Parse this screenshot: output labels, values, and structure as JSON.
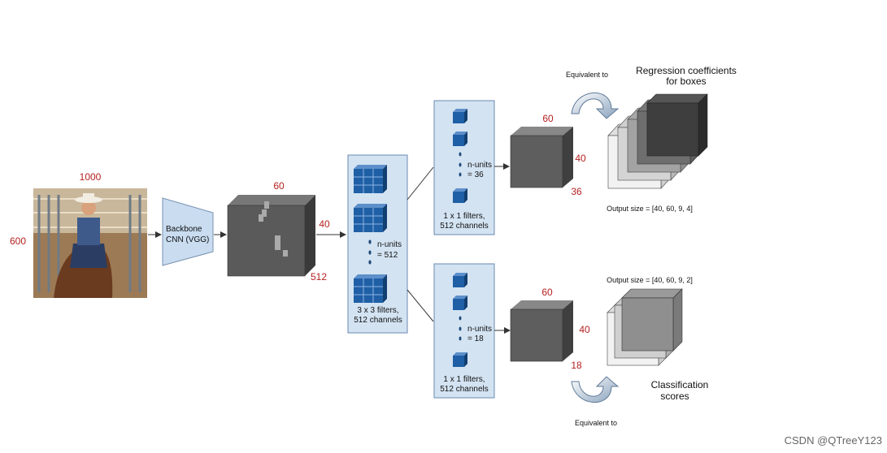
{
  "image_size_labels": {
    "width": "1000",
    "height": "600"
  },
  "backbone": {
    "line1": "Backbone",
    "line2": "CNN (VGG)"
  },
  "feature_map": {
    "width": "60",
    "height": "40",
    "depth": "512"
  },
  "conv3x3": {
    "units_line1": "n-units",
    "units_line2": "= 512",
    "caption1": "3 x 3 filters,",
    "caption2": "512 channels"
  },
  "reg_branch": {
    "units_line1": "n-units",
    "units_line2": "= 36",
    "caption1": "1 x 1 filters,",
    "caption2": "512 channels",
    "out_width": "60",
    "out_height": "40",
    "out_depth": "36",
    "equivalent": "Equivalent to",
    "title1": "Regression coefficients",
    "title2": "for boxes",
    "output_size": "Output size = [40, 60, 9, 4]"
  },
  "cls_branch": {
    "units_line1": "n-units",
    "units_line2": "= 18",
    "caption1": "1 x 1 filters,",
    "caption2": "512 channels",
    "out_width": "60",
    "out_height": "40",
    "out_depth": "18",
    "equivalent": "Equivalent to",
    "title1": "Classification",
    "title2": "scores",
    "output_size": "Output size = [40, 60, 9, 2]"
  },
  "watermark": "CSDN @QTreeY123",
  "colors": {
    "dim_red": "#b52020",
    "panel_blue": "#d3e3f2",
    "cube_blue": "#1f5fa6",
    "dark_box": "#555555"
  }
}
